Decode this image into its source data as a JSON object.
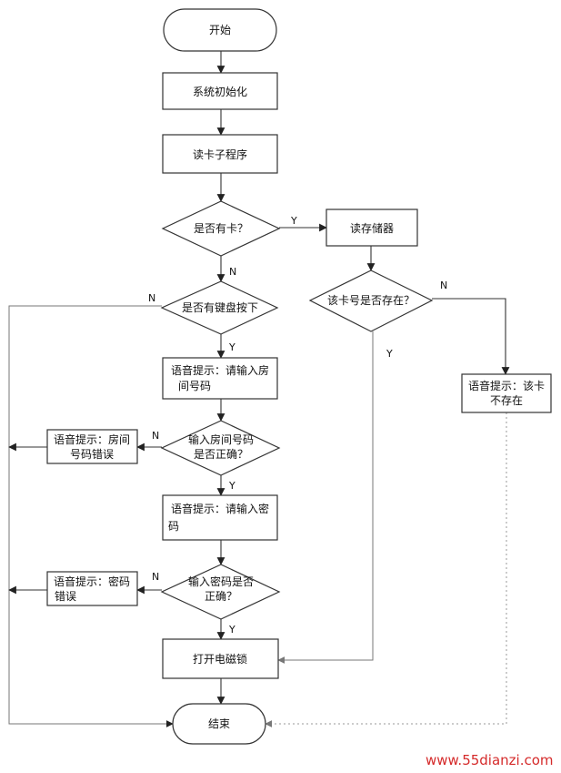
{
  "nodes": {
    "start": "开始",
    "init": "系统初始化",
    "read_card": "读卡子程序",
    "has_card": "是否有卡？",
    "read_storage": "读存储器",
    "card_exists": "该卡号是否存在？",
    "key_pressed": "是否有键盘按下",
    "prompt_room": [
      "语音提示：请输入房",
      "间号码"
    ],
    "room_correct": [
      "输入房间号码",
      "是否正确？"
    ],
    "room_error": [
      "语音提示：房间",
      "号码错误"
    ],
    "prompt_pwd": [
      "语音提示：请输入密",
      "码"
    ],
    "pwd_correct": [
      "输入密码是否",
      "正确？"
    ],
    "pwd_error": [
      "语音提示：密码",
      "错误"
    ],
    "card_missing": [
      "语音提示：该卡",
      "不存在"
    ],
    "open_lock": "打开电磁锁",
    "end": "结束"
  },
  "labels": {
    "yes": "Y",
    "no": "N"
  },
  "watermark": "www.55dianzi.com"
}
